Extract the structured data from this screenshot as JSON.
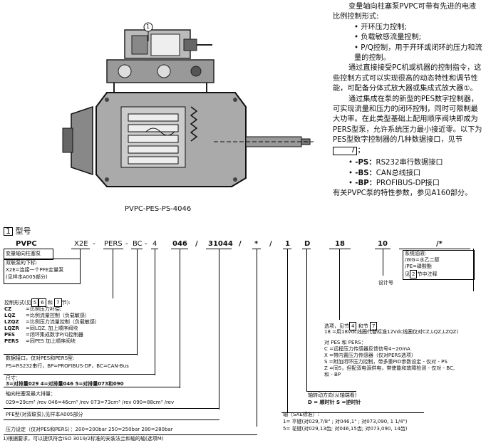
{
  "figure": {
    "caption": "PVPC-PES-PS-4046",
    "callout": "1"
  },
  "right_text": {
    "p1": "变量轴向柱塞泵PVPC可带有先进的电液比例控制形式:",
    "b1": "开环压力控制;",
    "b2": "负载敏感流量控制;",
    "b3": "P/Q控制，用于开环或闭环的压力和流量的控制。",
    "p2": "通过直接接受PC机或机器的控制指令，这些控制方式可以实现很高的动态特性和调节性能，可配备分体式放大器或集成式放大器①。",
    "p3a": "通过集成在泵的新型的PES数字控制器，可实现流量和压力的闭环控制，同时可限制最大功率。在此类型基础上配用顺序阀块即成为PERS型泵，允许系统压力最小接近零。以下为PES型数字控制器的几种数据接口，见节",
    "p3_ref": "7",
    "p3_end": "；",
    "i1_code": "-PS：",
    "i1_text": "RS232串行数据接口",
    "i2_code": "-BS：",
    "i2_text": "CAN总线接口",
    "i3_code": "-BP：",
    "i3_text": "PROFIBUS-DP接口",
    "p4": "有关PVPC泵的特性参数，参见A160部分。"
  },
  "section": {
    "num": "1",
    "title": "型号"
  },
  "code": {
    "c_pvpc": "PVPC",
    "c_x2e": "X2E",
    "c_dash1": "-",
    "c_pers": "PERS",
    "c_dash2": "-",
    "c_bc": "BC",
    "c_dash3": "-",
    "c_4": "4",
    "c_046": "046",
    "c_s1": "/",
    "c_31044": "31044",
    "c_s2": "/",
    "c_star": "*",
    "c_s3": "/",
    "c_1": "1",
    "c_d": "D",
    "c_18": "18",
    "c_10": "10",
    "c_slashstar": "/*"
  },
  "left_labels": {
    "pump": "变量轴向柱塞泵",
    "double1": "双联泵的下标:",
    "double2": "X2E=连接一个PFE定量泵",
    "double3": "(见样本A005部分)",
    "ctrl_title_a": "控制形式(见",
    "ctrl_ref1": "5",
    "ctrl_ref2": "6",
    "ctrl_and": "和",
    "ctrl_ref3": "7",
    "ctrl_title_b": "节):",
    "cz_k": "CZ",
    "cz_v": "=比例压力补偿;",
    "lqz_k": "LQZ",
    "lqz_v": "=比例流量控制（负载敏感）",
    "lzqz_k": "LZQZ",
    "lzqz_v": "=比例压力流量控制（负载敏感）",
    "lqzr_k": "LQZR",
    "lqzr_v": "=同LQZ, 加上顺序阀块",
    "pes_k": "PES",
    "pes_v": "=闭环集成数字P/Q控制器",
    "pers_k": "PERS",
    "pers_v": "=同PES 加上顺序阀块",
    "iface_title": "数据接口，仅对PES和PERS型:",
    "iface_vals": "PS=RS232串行，BP=PROFIBUS-DP，BC=CAN-Bus",
    "size_title": "尺寸：",
    "size_vals": "3=对排量029    4=对排量046    5=对排量073和090",
    "disp_title": "轴向柱塞泵最大排量：",
    "disp_vals": "029=29cm³ /rev    046=46cm³ /rev    073=73cm³ /rev 090=88cm³ /rev",
    "pfe": "PFE型(对双联泵),见样本A005部分",
    "press": "压力设定（仅对PES和PERS）：200=200bar 250=250bar 280=280bar",
    "footnote": "1)根据要求，可以提供符合ISO 3019/2标准的安装法兰和轴的轴(选项M)"
  },
  "right_labels": {
    "fluid_title": "系统油液:",
    "fluid1": "/WG=水乙二醇",
    "fluid2": "/PE=磷酸酯",
    "fluid3a": "见",
    "fluid3_ref": "2",
    "fluid3b": "节中注释",
    "design": "设计号",
    "opt_a": "选项，见节",
    "opt_ref1": "4",
    "opt_and": "和节",
    "opt_ref2": "7",
    "opt_18": "18 =用18Vdc线圈代替标准12Vdc线圈仅对CZ,LQZ,LZQZ)",
    "pes_title": "对 PES 和 PERS：",
    "pes_c": "C =远程压力传感器反馈信号4~20mA",
    "pes_x": "X =带内置压力传感器（仅对PERS选项）",
    "pes_s": "S =附加闭环压力控制，带多重PID参数设定 - 仅对 - PS",
    "pes_z1": "Z =同S，但配双电源供电，带使能和故障检测 - 仅对 - BC,",
    "pes_z2": "和 - BP",
    "rot_title": "轴转动方向(从轴端看)",
    "rot_vals": "D = 顺时针     S =逆时针",
    "shaft_title": "轴（SAE标准）:",
    "shaft1": "1= 平键(对029,7/8\"  ; 对046,1\" ; 对073,090, 1 1/4\")",
    "shaft5": "5= 花键(对029,13齿; 对046,15齿; 对073,090, 14齿)"
  }
}
